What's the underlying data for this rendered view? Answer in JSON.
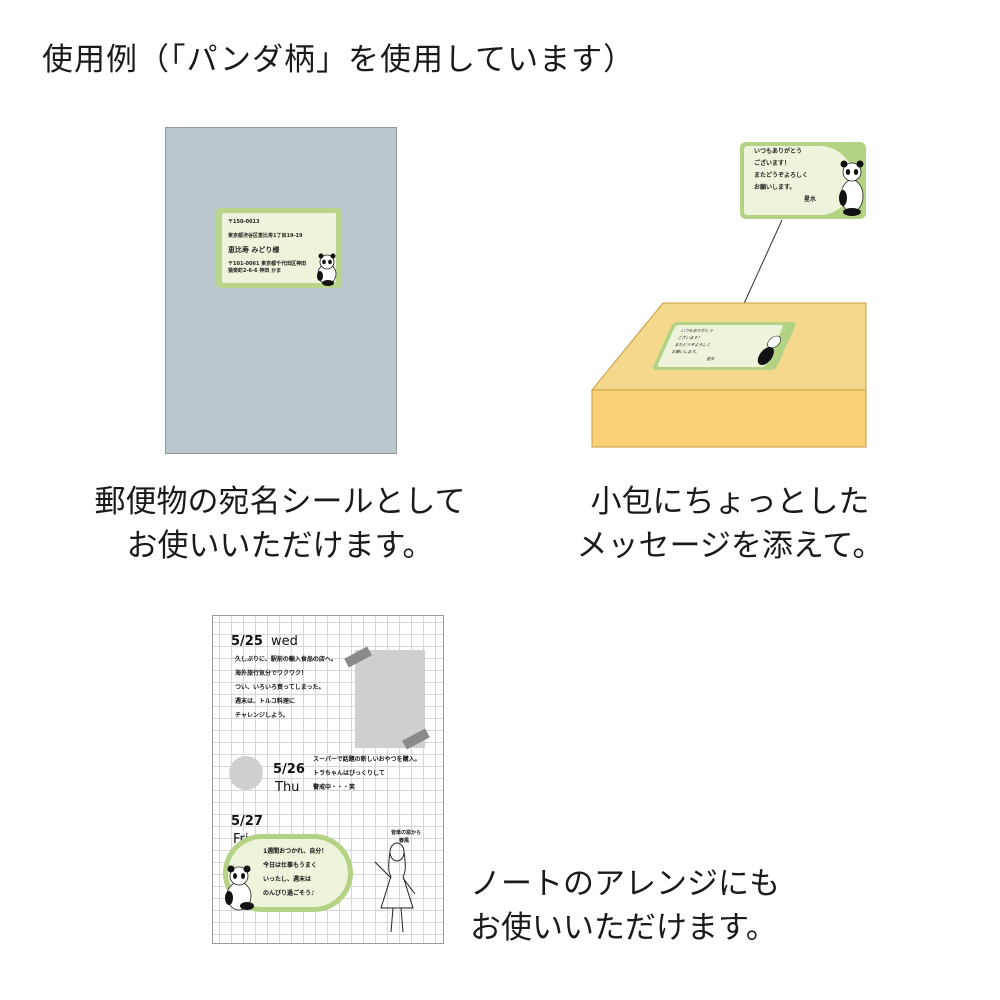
{
  "title": "使用例（「パンダ柄」を使用しています）",
  "captions": {
    "envelope": [
      "郵便物の宛名シールとして",
      "お使いいただけます。"
    ],
    "package": [
      "小包にちょっとした",
      "メッセージを添えて。"
    ],
    "notebook": [
      "ノートのアレンジにも",
      "お使いいただけます。"
    ]
  },
  "address_label": {
    "lines": [
      "〒150-0013",
      "東京都渋谷区恵比寿1丁目19-19",
      "恵比寿 みどり様",
      "〒101-0061 東京都千代田区神田",
      "猿楽町2-6-6 神田 かま"
    ]
  },
  "message_tag": {
    "lines": [
      "いつもありがとう",
      "ございます！",
      "またどうぞよろしく",
      "お願いします。",
      "星水"
    ]
  },
  "notebook": {
    "d1_date": "5/25",
    "d1_day": "wed",
    "d1_lines": [
      "久しぶりに、駅前の輸入食品の店へ。",
      "海外旅行気分でワクワク！",
      "つい、いろいろ買ってしまった。",
      "週末は、トルコ料理に",
      "チャレンジしよう。"
    ],
    "d2_date": "5/26",
    "d2_day": "Thu",
    "d2_lines": [
      "スーパーで話題の新しいおやつを購入。",
      "トラちゃんはびっくりして",
      "警戒中・・・笑"
    ],
    "d3_date": "5/27",
    "d3_day": "Fri",
    "d3_lines": [
      "1週間おつかれ、自分！",
      "今日は仕事もうまく",
      "いったし、週末は",
      "のんびり過ごそう♪"
    ],
    "d3_side": [
      "音楽の窓から",
      "春風"
    ]
  },
  "colors": {
    "envelope": "#bcc6cd",
    "label_green": "#b9d58c",
    "box_top": "#f5d98a",
    "box_side": "#f9d277",
    "box_edge": "#d9a94a"
  }
}
